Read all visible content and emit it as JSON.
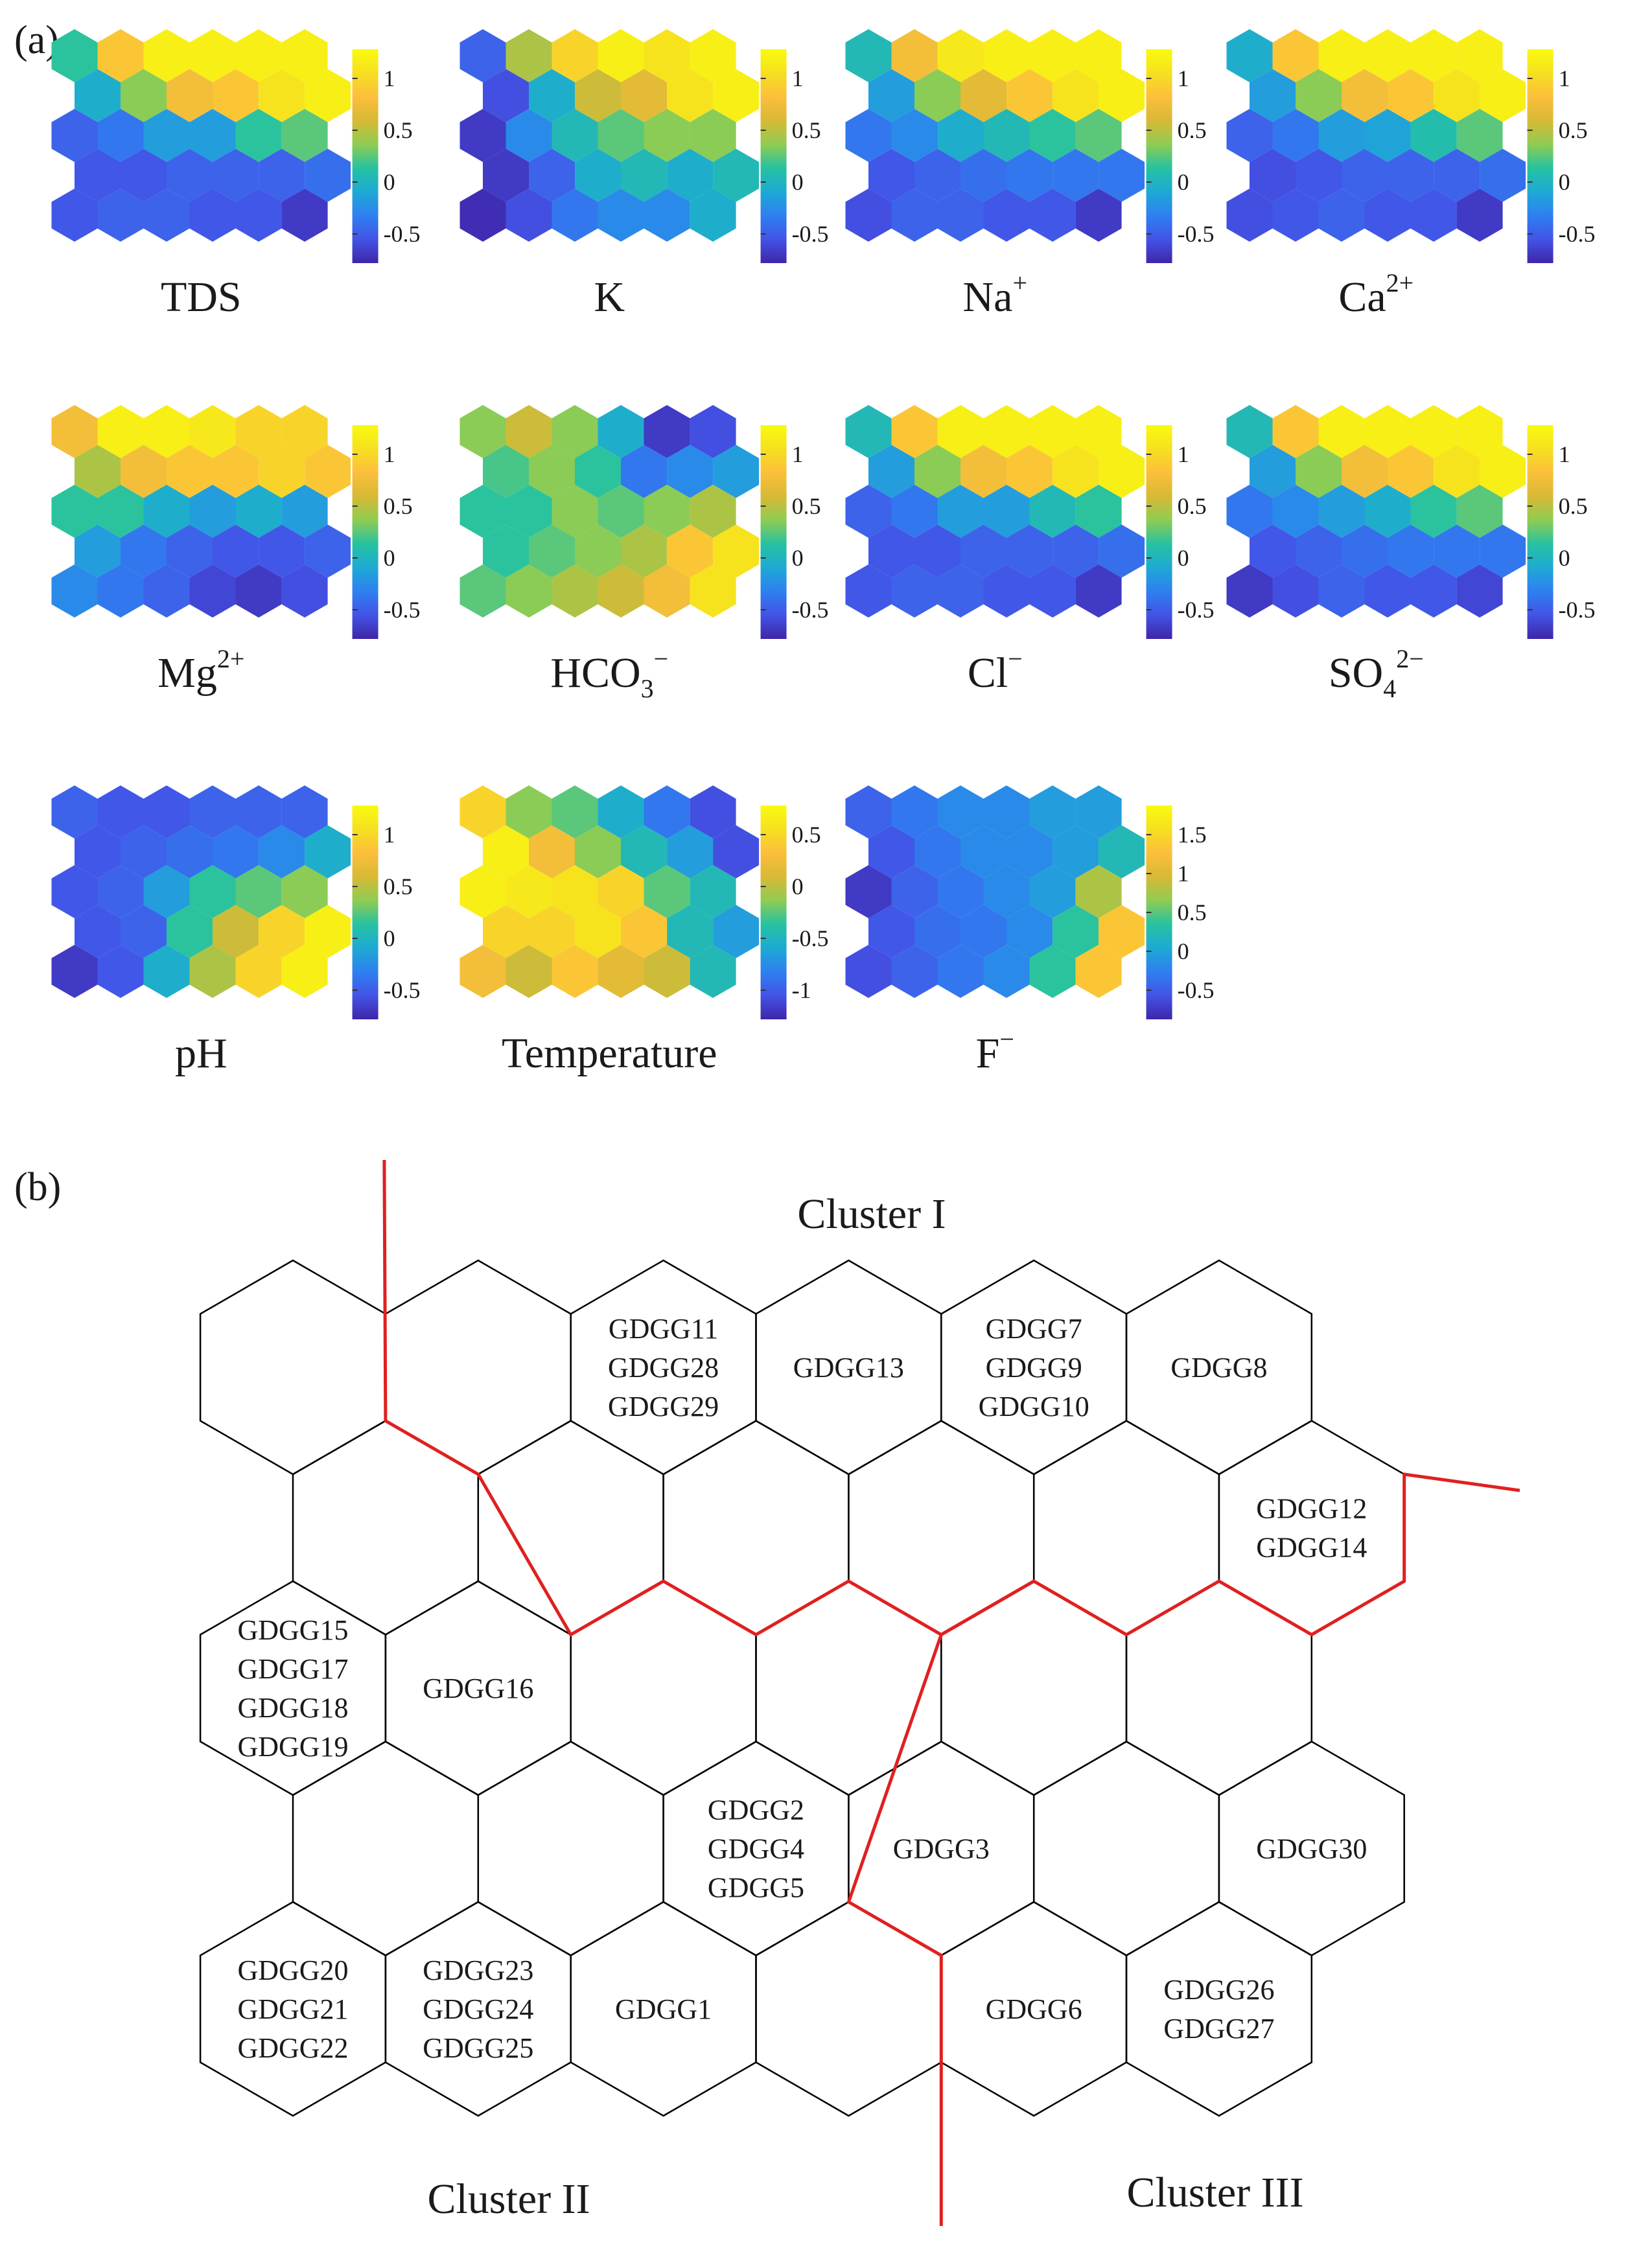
{
  "panel_a_label": "(a)",
  "panel_b_label": "(b)",
  "colormap": [
    "#3e26a8",
    "#4353e6",
    "#2e80f0",
    "#1ea9d4",
    "#26c2a1",
    "#8fcc52",
    "#d8b935",
    "#fcbf3c",
    "#f6e020",
    "#f9fb0e"
  ],
  "component_planes": [
    {
      "name": "TDS",
      "ticks": [
        "1",
        "0.5",
        "0",
        "-0.5"
      ],
      "values": [
        [
          0.45,
          0.8,
          0.95,
          0.95,
          0.95,
          0.95
        ],
        [
          0.35,
          0.55,
          0.75,
          0.8,
          0.9,
          0.95
        ],
        [
          0.15,
          0.2,
          0.3,
          0.3,
          0.45,
          0.5
        ],
        [
          0.12,
          0.12,
          0.15,
          0.15,
          0.15,
          0.18
        ],
        [
          0.12,
          0.15,
          0.15,
          0.12,
          0.12,
          0.05
        ]
      ]
    },
    {
      "name": "K",
      "ticks": [
        "1",
        "0.5",
        "0",
        "-0.5"
      ],
      "values": [
        [
          0.15,
          0.6,
          0.85,
          0.95,
          0.9,
          0.95
        ],
        [
          0.1,
          0.35,
          0.65,
          0.7,
          0.9,
          0.95
        ],
        [
          0.05,
          0.25,
          0.4,
          0.5,
          0.55,
          0.55
        ],
        [
          0.05,
          0.15,
          0.35,
          0.4,
          0.35,
          0.4
        ],
        [
          0.02,
          0.1,
          0.2,
          0.25,
          0.25,
          0.35
        ]
      ]
    },
    {
      "name": "Na",
      "sup": "+",
      "ticks": [
        "1",
        "0.5",
        "0",
        "-0.5"
      ],
      "values": [
        [
          0.4,
          0.75,
          0.92,
          0.95,
          0.95,
          0.95
        ],
        [
          0.3,
          0.55,
          0.7,
          0.8,
          0.9,
          0.95
        ],
        [
          0.2,
          0.25,
          0.35,
          0.4,
          0.45,
          0.5
        ],
        [
          0.12,
          0.15,
          0.18,
          0.2,
          0.2,
          0.2
        ],
        [
          0.1,
          0.15,
          0.15,
          0.12,
          0.12,
          0.05
        ]
      ]
    },
    {
      "name": "Ca",
      "sup": "2+",
      "ticks": [
        "1",
        "0.5",
        "0",
        "-0.5"
      ],
      "values": [
        [
          0.35,
          0.8,
          0.95,
          0.95,
          0.95,
          0.95
        ],
        [
          0.3,
          0.55,
          0.75,
          0.8,
          0.9,
          0.95
        ],
        [
          0.15,
          0.2,
          0.3,
          0.32,
          0.42,
          0.5
        ],
        [
          0.1,
          0.12,
          0.15,
          0.15,
          0.15,
          0.18
        ],
        [
          0.1,
          0.12,
          0.15,
          0.12,
          0.12,
          0.05
        ]
      ]
    },
    {
      "name": "Mg",
      "sup": "2+",
      "ticks": [
        "1",
        "0.5",
        "0",
        "-0.5"
      ],
      "values": [
        [
          0.75,
          0.95,
          0.95,
          0.92,
          0.85,
          0.85
        ],
        [
          0.6,
          0.75,
          0.8,
          0.8,
          0.85,
          0.8
        ],
        [
          0.45,
          0.45,
          0.35,
          0.3,
          0.35,
          0.3
        ],
        [
          0.3,
          0.2,
          0.15,
          0.12,
          0.12,
          0.15
        ],
        [
          0.25,
          0.2,
          0.15,
          0.08,
          0.05,
          0.1
        ]
      ]
    },
    {
      "name": "HCO",
      "sub": "3",
      "sup": "−",
      "ticks": [
        "1",
        "0.5",
        "0",
        "-0.5"
      ],
      "values": [
        [
          0.55,
          0.65,
          0.55,
          0.35,
          0.05,
          0.1
        ],
        [
          0.48,
          0.55,
          0.45,
          0.2,
          0.25,
          0.3
        ],
        [
          0.45,
          0.45,
          0.55,
          0.5,
          0.55,
          0.6
        ],
        [
          0.45,
          0.5,
          0.55,
          0.6,
          0.8,
          0.9
        ],
        [
          0.5,
          0.55,
          0.6,
          0.65,
          0.75,
          0.9
        ]
      ]
    },
    {
      "name": "Cl",
      "sup": "−",
      "ticks": [
        "1",
        "0.5",
        "0",
        "-0.5"
      ],
      "values": [
        [
          0.4,
          0.8,
          0.95,
          0.95,
          0.95,
          0.95
        ],
        [
          0.3,
          0.55,
          0.75,
          0.8,
          0.9,
          0.95
        ],
        [
          0.15,
          0.2,
          0.3,
          0.3,
          0.4,
          0.45
        ],
        [
          0.12,
          0.12,
          0.15,
          0.15,
          0.15,
          0.18
        ],
        [
          0.12,
          0.15,
          0.15,
          0.12,
          0.12,
          0.05
        ]
      ]
    },
    {
      "name": "SO",
      "sub": "4",
      "sup": "2−",
      "ticks": [
        "1",
        "0.5",
        "0",
        "-0.5"
      ],
      "values": [
        [
          0.4,
          0.8,
          0.95,
          0.95,
          0.95,
          0.95
        ],
        [
          0.3,
          0.55,
          0.75,
          0.8,
          0.9,
          0.95
        ],
        [
          0.2,
          0.25,
          0.3,
          0.35,
          0.45,
          0.5
        ],
        [
          0.12,
          0.15,
          0.18,
          0.2,
          0.2,
          0.2
        ],
        [
          0.05,
          0.1,
          0.15,
          0.12,
          0.12,
          0.08
        ]
      ]
    },
    {
      "name": "pH",
      "ticks": [
        "1",
        "0.5",
        "0",
        "-0.5"
      ],
      "values": [
        [
          0.15,
          0.12,
          0.12,
          0.15,
          0.15,
          0.15
        ],
        [
          0.12,
          0.15,
          0.18,
          0.2,
          0.25,
          0.35
        ],
        [
          0.12,
          0.15,
          0.3,
          0.45,
          0.5,
          0.55
        ],
        [
          0.12,
          0.15,
          0.45,
          0.65,
          0.85,
          0.95
        ],
        [
          0.05,
          0.12,
          0.35,
          0.6,
          0.85,
          0.95
        ]
      ]
    },
    {
      "name": "Temperature",
      "ticks": [
        "0.5",
        "0",
        "-0.5",
        "-1"
      ],
      "values": [
        [
          0.85,
          0.55,
          0.5,
          0.35,
          0.2,
          0.1
        ],
        [
          0.95,
          0.75,
          0.55,
          0.4,
          0.3,
          0.1
        ],
        [
          0.95,
          0.92,
          0.9,
          0.85,
          0.5,
          0.4
        ],
        [
          0.85,
          0.85,
          0.9,
          0.8,
          0.4,
          0.3
        ],
        [
          0.75,
          0.65,
          0.8,
          0.7,
          0.65,
          0.4
        ]
      ]
    },
    {
      "name": "F",
      "sup": "−",
      "ticks": [
        "1.5",
        "1",
        "0.5",
        "0",
        "-0.5"
      ],
      "values": [
        [
          0.15,
          0.2,
          0.25,
          0.25,
          0.3,
          0.3
        ],
        [
          0.12,
          0.2,
          0.25,
          0.25,
          0.3,
          0.4
        ],
        [
          0.05,
          0.15,
          0.2,
          0.25,
          0.3,
          0.6
        ],
        [
          0.12,
          0.18,
          0.2,
          0.25,
          0.45,
          0.8
        ],
        [
          0.1,
          0.15,
          0.2,
          0.25,
          0.45,
          0.8
        ]
      ]
    }
  ],
  "cluster_labels": [
    "Cluster I",
    "Cluster II",
    "Cluster III"
  ],
  "som_nodes": [
    [
      "",
      "",
      "GDGG11\nGDGG28\nGDGG29",
      "GDGG13",
      "GDGG7\nGDGG9\nGDGG10",
      "GDGG8"
    ],
    [
      "",
      "",
      "",
      "",
      "",
      "GDGG12\nGDGG14"
    ],
    [
      "GDGG15\nGDGG17\nGDGG18\nGDGG19",
      "GDGG16",
      "",
      "",
      "",
      ""
    ],
    [
      "",
      "",
      "GDGG2\nGDGG4\nGDGG5",
      "GDGG3",
      "",
      "GDGG30"
    ],
    [
      "GDGG20\nGDGG21\nGDGG22",
      "GDGG23\nGDGG24\nGDGG25",
      "GDGG1",
      "",
      "GDGG6",
      "GDGG26\nGDGG27"
    ]
  ]
}
